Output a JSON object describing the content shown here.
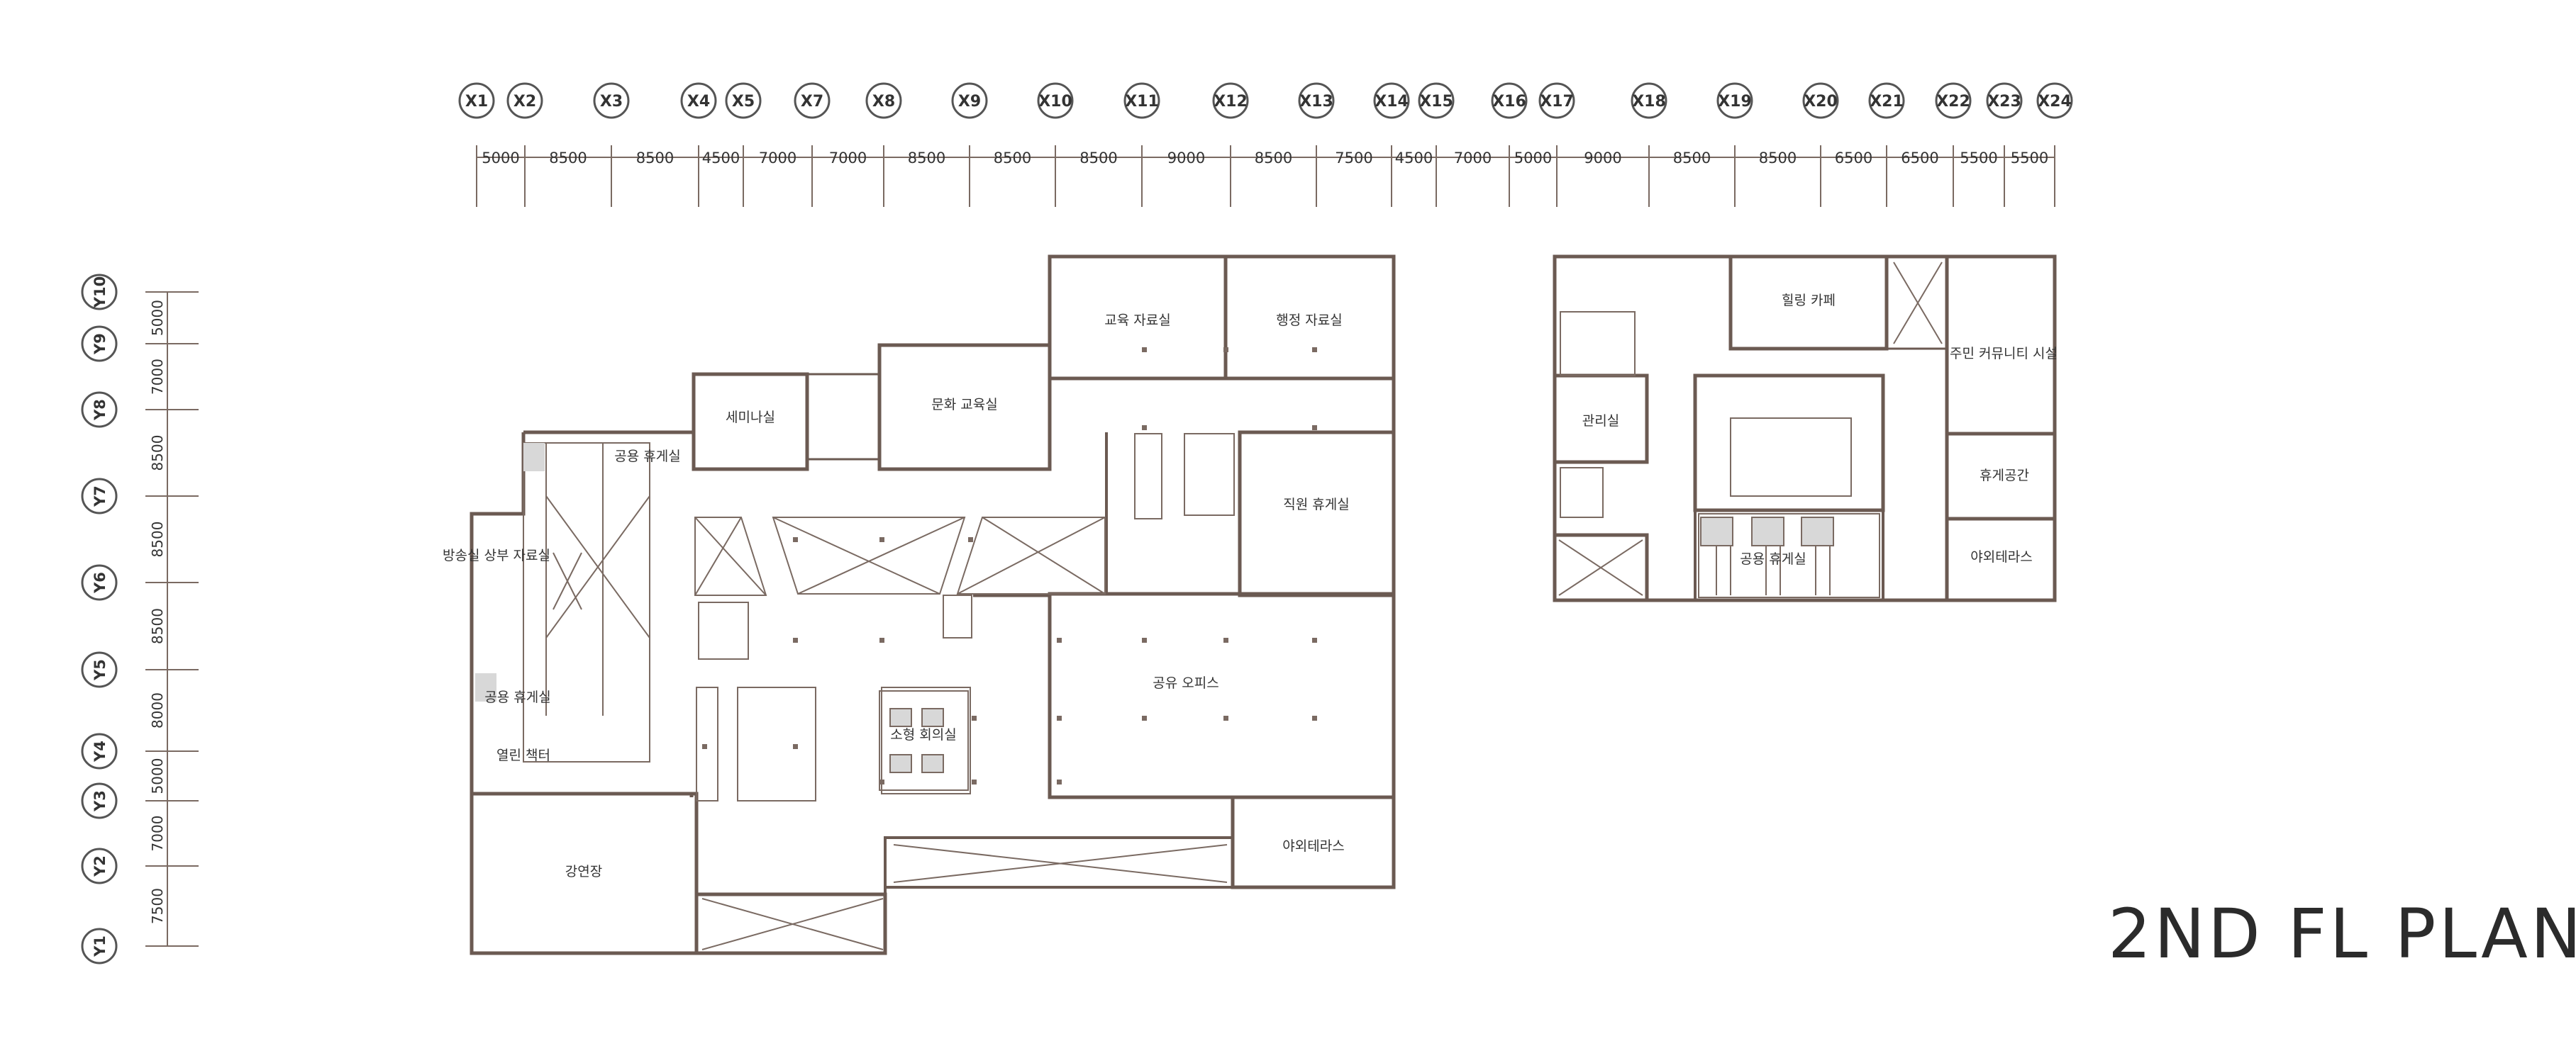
{
  "title": "2ND FL PLAN",
  "colors": {
    "wall": "#6b5a52",
    "line": "#7a6a62",
    "fill_gray": "#d8d8d8",
    "text": "#333333"
  },
  "grid": {
    "x_labels": [
      "X1",
      "X2",
      "X3",
      "X4",
      "X5",
      "X7",
      "X8",
      "X9",
      "X10",
      "X11",
      "X12",
      "X13",
      "X14",
      "X15",
      "X16",
      "X17",
      "X18",
      "X19",
      "X20",
      "X21",
      "X22",
      "X23",
      "X24"
    ],
    "x_spacings": [
      "5000",
      "8500",
      "8500",
      "4500",
      "7000",
      "7000",
      "8500",
      "8500",
      "8500",
      "9000",
      "8500",
      "7500",
      "4500",
      "7000",
      "5000",
      "9000",
      "8500",
      "8500",
      "6500",
      "6500",
      "5500",
      "5500"
    ],
    "y_labels": [
      "Y10",
      "Y9",
      "Y8",
      "Y7",
      "Y6",
      "Y5",
      "Y4",
      "Y3",
      "Y2",
      "Y1"
    ],
    "y_spacings": [
      "5000",
      "7000",
      "8500",
      "8500",
      "8500",
      "8000",
      "5000",
      "7000",
      "7500"
    ]
  },
  "rooms": {
    "edu_data": "교육 자료실",
    "admin_data": "행정 자료실",
    "seminar": "세미나실",
    "culture_edu": "문화 교육실",
    "common_lounge_1": "공용 휴게실",
    "broadcast_office": "방송실 상부 자료실",
    "staff_lounge": "직원 휴게실",
    "common_lounge_2": "공용 휴게실",
    "open_library": "열린 책터",
    "shared_office": "공유 오피스",
    "small_meeting": "소형 회의실",
    "outdoor_terrace_1": "야외테라스",
    "auditorium": "강연장",
    "healing_cafe": "힐링 카페",
    "resident_community": "주민 커뮤니티 시설",
    "management": "관리실",
    "rest_space": "휴게공간",
    "common_lounge_3": "공용 휴게실",
    "outdoor_terrace_2": "야외테라스"
  }
}
